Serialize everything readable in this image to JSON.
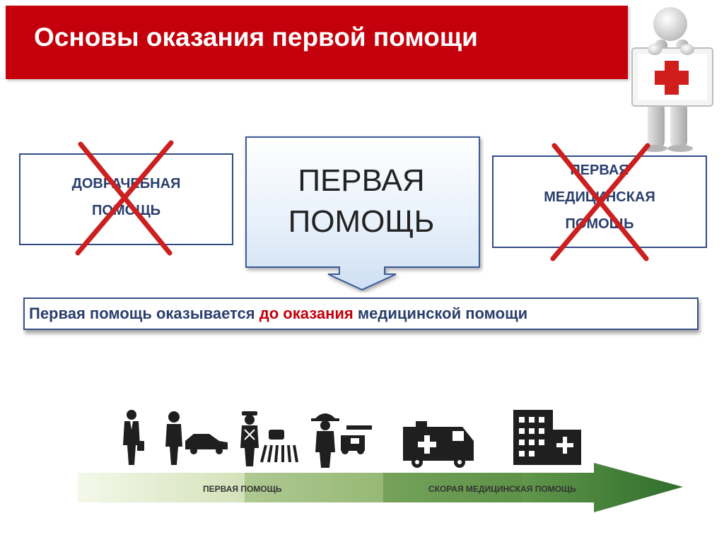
{
  "title": "Основы оказания первой помощи",
  "boxes": {
    "left_line1": "ДОВРАЧЕБНАЯ",
    "left_line2": "ПОМОЩЬ",
    "center_line1": "ПЕРВАЯ",
    "center_line2": "ПОМОЩЬ",
    "right_line1": "ПЕРВАЯ",
    "right_line2": "МЕДИЦИНСКАЯ",
    "right_line3": "ПОМОЩЬ"
  },
  "statement": {
    "part1": "Первая помощь оказывается ",
    "highlight": "до оказания",
    "part2": " медицинской помощи"
  },
  "timeline": {
    "first_aid_label": "ПЕРВАЯ ПОМОЩЬ",
    "emergency_label": "СКОРАЯ МЕДИЦИНСКАЯ ПОМОЩЬ"
  },
  "colors": {
    "title_bg": "#c3000b",
    "cross": "#cc1f1f",
    "box_border": "#2f4c86",
    "highlight": "#c3000b",
    "arrow_light": "#dfe9c8",
    "arrow_dark": "#3b7a32"
  },
  "icons": [
    "businessman-icon",
    "person-with-car-icon",
    "traffic-police-icon",
    "firefighter-icon",
    "ambulance-icon",
    "hospital-icon"
  ]
}
